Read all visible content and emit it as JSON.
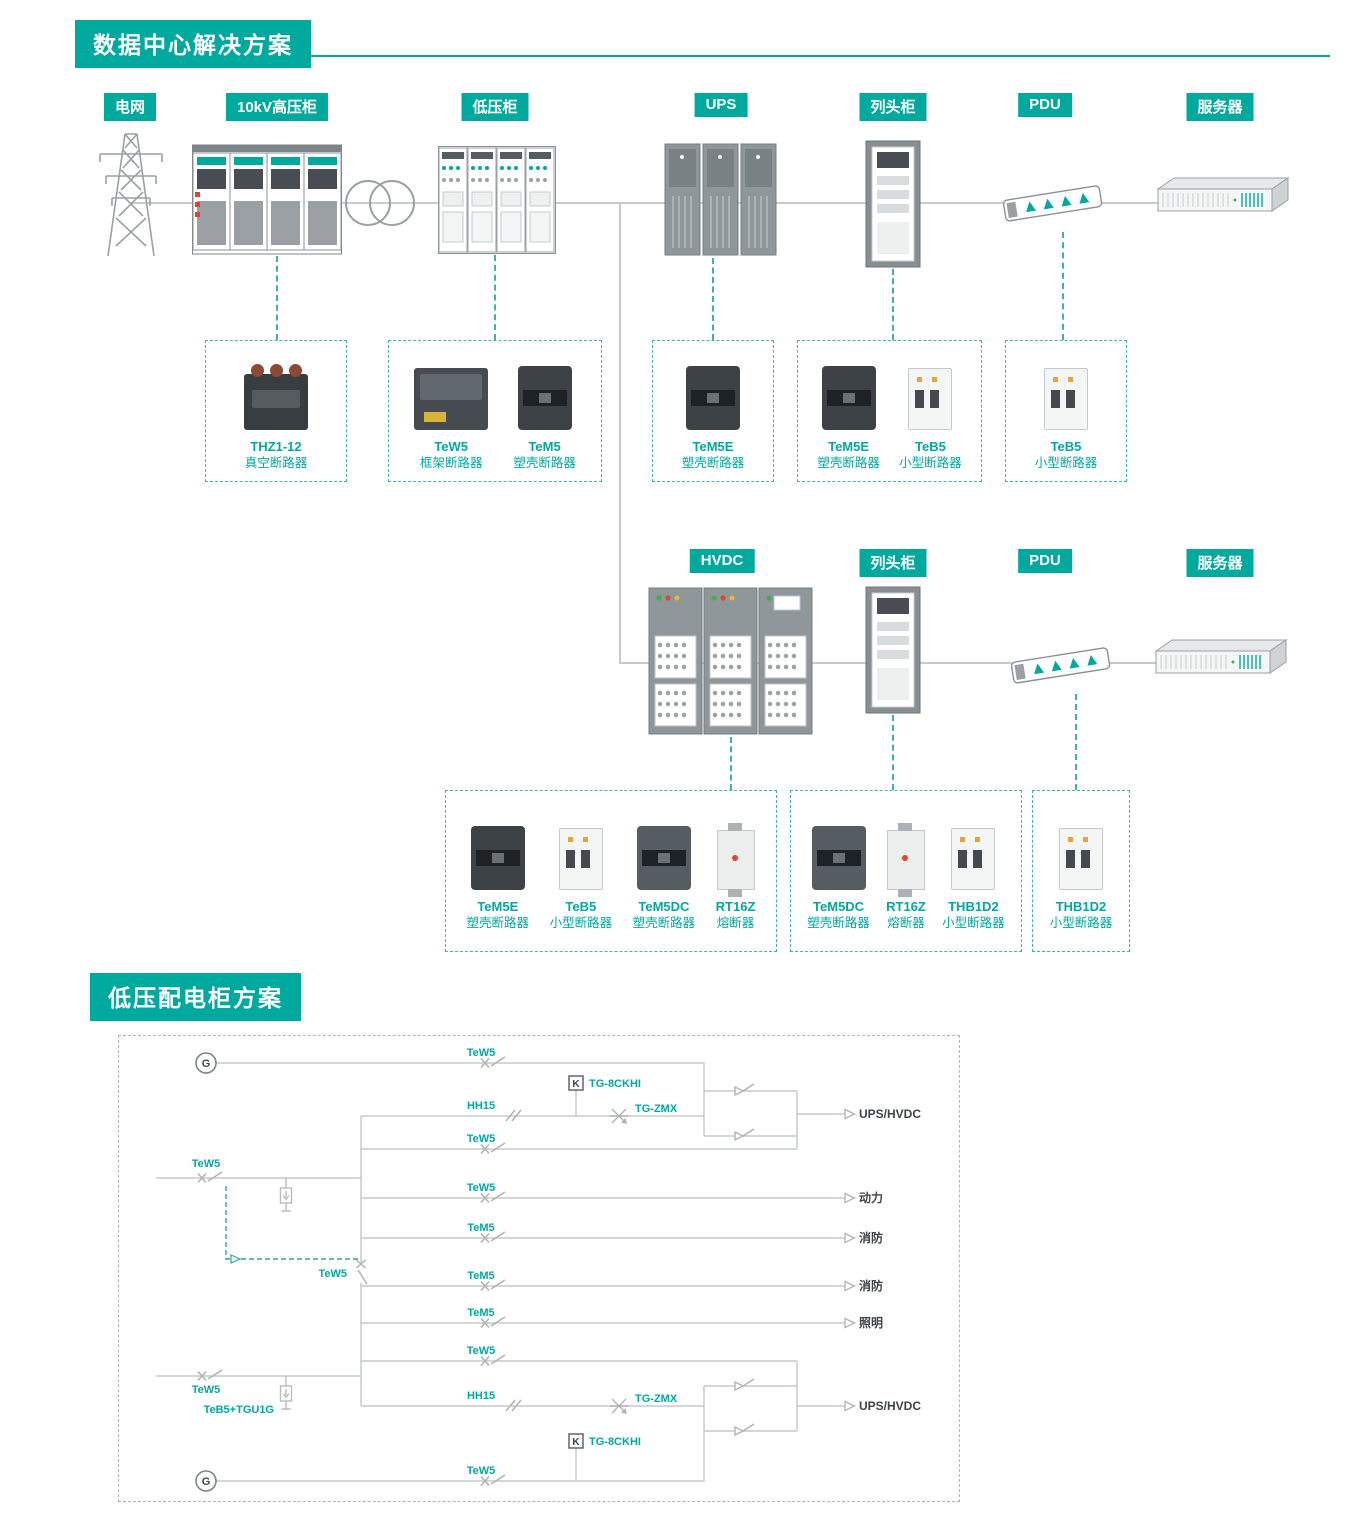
{
  "colors": {
    "accent": "#00A99D",
    "line": "#c6cacc",
    "cabinet": "#8f979a",
    "alert": "#e0452e"
  },
  "s1": {
    "title": "数据中心解决方案",
    "chain1": [
      {
        "label": "电网"
      },
      {
        "label": "10kV高压柜"
      },
      {
        "label": "低压柜"
      },
      {
        "label": "UPS"
      },
      {
        "label": "列头柜"
      },
      {
        "label": "PDU"
      },
      {
        "label": "服务器"
      }
    ],
    "chain2": [
      {
        "label": "HVDC"
      },
      {
        "label": "列头柜"
      },
      {
        "label": "PDU"
      },
      {
        "label": "服务器"
      }
    ],
    "boxes1": [
      {
        "items": [
          {
            "name": "THZ1-12",
            "desc": "真空断路器"
          }
        ]
      },
      {
        "items": [
          {
            "name": "TeW5",
            "desc": "框架断路器"
          },
          {
            "name": "TeM5",
            "desc": "塑壳断路器"
          }
        ]
      },
      {
        "items": [
          {
            "name": "TeM5E",
            "desc": "塑壳断路器"
          }
        ]
      },
      {
        "items": [
          {
            "name": "TeM5E",
            "desc": "塑壳断路器"
          },
          {
            "name": "TeB5",
            "desc": "小型断路器"
          }
        ]
      },
      {
        "items": [
          {
            "name": "TeB5",
            "desc": "小型断路器"
          }
        ]
      }
    ],
    "boxes2": [
      {
        "items": [
          {
            "name": "TeM5E",
            "desc": "塑壳断路器"
          },
          {
            "name": "TeB5",
            "desc": "小型断路器"
          },
          {
            "name": "TeM5DC",
            "desc": "塑壳断路器"
          },
          {
            "name": "RT16Z",
            "desc": "熔断器"
          }
        ]
      },
      {
        "items": [
          {
            "name": "TeM5DC",
            "desc": "塑壳断路器"
          },
          {
            "name": "RT16Z",
            "desc": "熔断器"
          },
          {
            "name": "THB1D2",
            "desc": "小型断路器"
          }
        ]
      },
      {
        "items": [
          {
            "name": "THB1D2",
            "desc": "小型断路器"
          }
        ]
      }
    ]
  },
  "s2": {
    "title": "低压配电柜方案",
    "sld": {
      "g": "G",
      "k": "K",
      "tew5": "TeW5",
      "tem5": "TeM5",
      "hh15": "HH15",
      "tg8": "TG-8CKHI",
      "tgzmx": "TG-ZMX",
      "teb5": "TeB5+TGU1G",
      "out_ups": "UPS/HVDC",
      "out_power": "动力",
      "out_fire": "消防",
      "out_light": "照明"
    }
  }
}
